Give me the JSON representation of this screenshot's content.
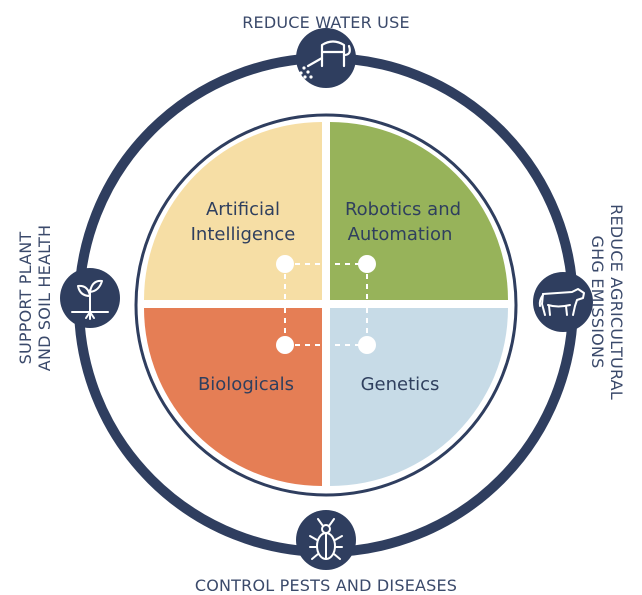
{
  "outcomes": {
    "top": "REDUCE WATER USE",
    "right_line1": "REDUCE AGRICULTURAL",
    "right_line2": "GHG EMISSIONS",
    "bottom": "CONTROL PESTS AND DISEASES",
    "left_line1": "SUPPORT PLANT",
    "left_line2": "AND SOIL HEALTH"
  },
  "quadrants": {
    "top_left": {
      "line1": "Artificial",
      "line2": "Intelligence"
    },
    "top_right": {
      "line1": "Robotics and",
      "line2": "Automation"
    },
    "bottom_left": {
      "line1": "Biologicals"
    },
    "bottom_right": {
      "line1": "Genetics"
    }
  },
  "icons": {
    "top": "watering-can-icon",
    "right": "cow-icon",
    "bottom": "beetle-icon",
    "left": "sprouting-plant-icon"
  },
  "colors": {
    "ring": "#2f3e5f",
    "top_left": "#f6dea5",
    "top_right": "#97b35a",
    "bottom_left": "#e57e55",
    "bottom_right": "#c7dbe7",
    "text": "#2f3f5e"
  }
}
